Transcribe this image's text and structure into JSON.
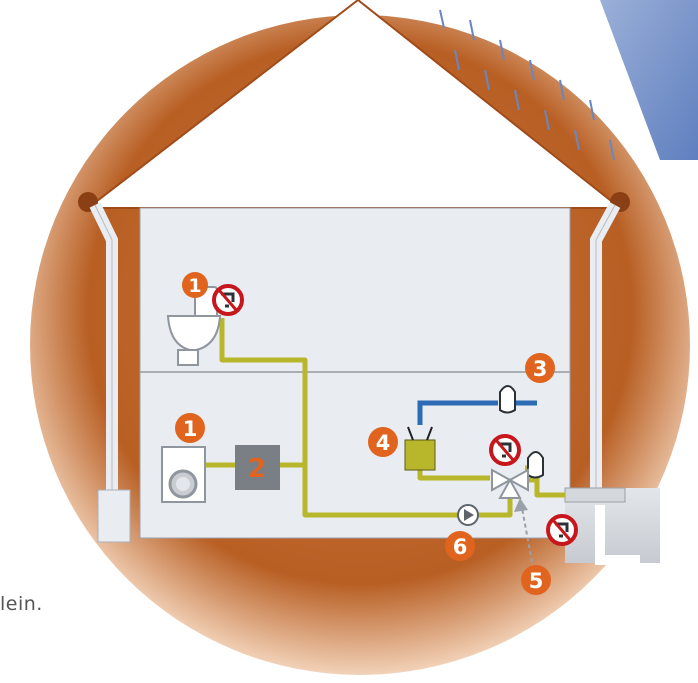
{
  "caption": "lein.",
  "colors": {
    "circle_outer": "#b4571e",
    "circle_inner": "#c8733a",
    "roof_fill": "#ffffff",
    "wall_fill": "#e8ebef",
    "pipe_yellow": "#b8b62a",
    "pipe_blue": "#2d6bb5",
    "badge_orange": "#e0641e",
    "sky_blue": "#7b95c9"
  },
  "markers": {
    "m1_top": "1",
    "m1_bottom": "1",
    "m2": "2",
    "m3": "3",
    "m4": "4",
    "m5": "5",
    "m6": "6"
  },
  "icons": [
    "no-drinking-water-icon",
    "toilet-icon",
    "washing-machine-icon",
    "tank-icon",
    "storage-tank-icon",
    "faucet-icon",
    "pump-icon",
    "three-way-valve-icon",
    "downpipe-icon"
  ]
}
